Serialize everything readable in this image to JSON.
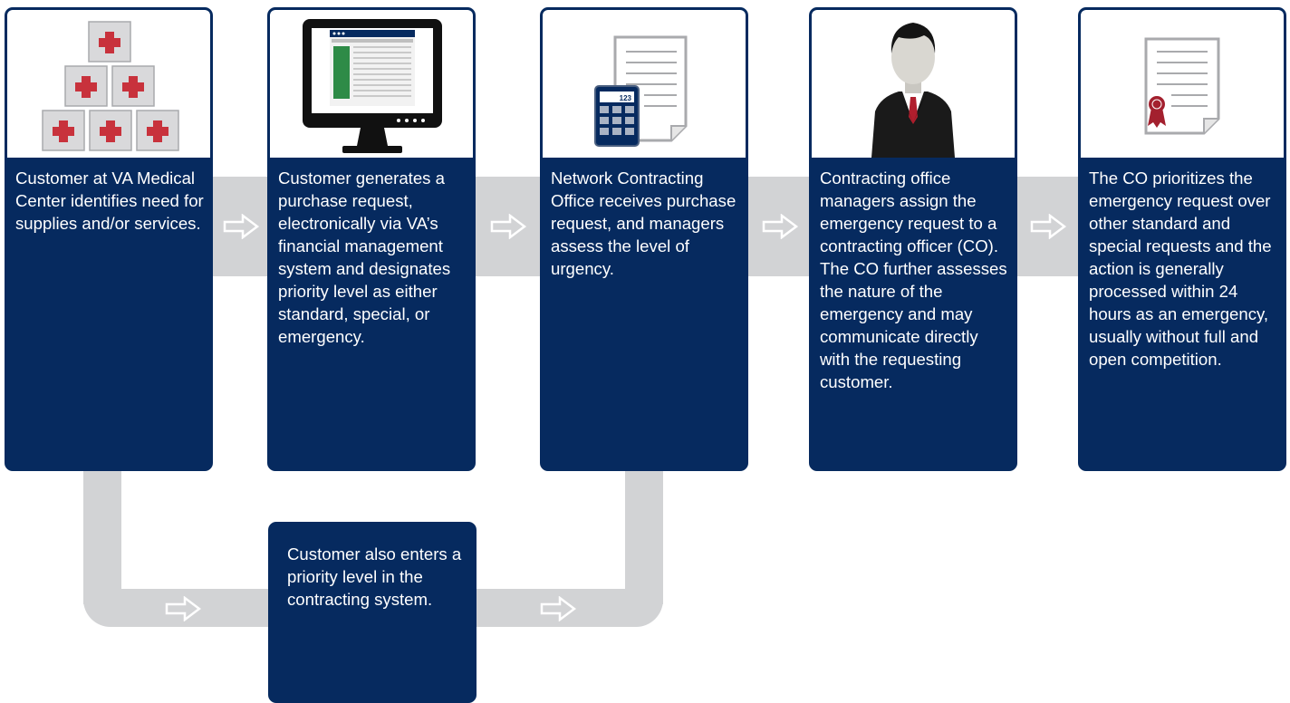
{
  "colors": {
    "card_navy": "#062a5f",
    "connector_gray": "#d2d3d5",
    "medical_red": "#c8323c",
    "screen_green": "#2e8b47"
  },
  "steps": [
    {
      "text": "Customer at VA Medical Center identifies need for supplies and/or services.",
      "icon": "medical-supplies-icon"
    },
    {
      "text": "Customer generates a purchase request, electronically via VA’s financial management system and designates priority level as either standard, special, or emergency.",
      "icon": "computer-monitor-icon"
    },
    {
      "text": "Network Contracting Office receives purchase request, and managers assess the level of urgency.",
      "icon": "calculator-document-icon"
    },
    {
      "text": "Contracting office managers assign the emergency request to a contracting officer (CO). The CO further assesses the nature of the emergency and may communicate directly with the requesting customer.",
      "icon": "contracting-officer-icon"
    },
    {
      "text": "The CO prioritizes the emergency request over other standard and special requests and the action is generally processed within 24 hours as an emergency, usually without full and open competition.",
      "icon": "certificate-icon"
    }
  ],
  "side_step": {
    "text": "Customer also enters a priority level in the contracting system."
  },
  "icons": {
    "arrow": "outline-right-arrow-icon",
    "calculator_display": "123"
  }
}
